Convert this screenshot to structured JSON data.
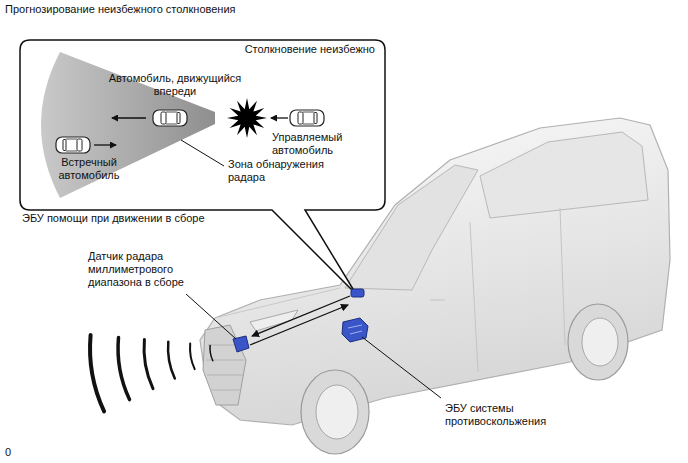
{
  "diagram": {
    "title": "Прогнозирование неизбежного столкновения",
    "nodes": [
      {
        "text": [
          "Столкновение неизбежно"
        ]
      }
    ],
    "labels": [
      "Автомобиль, движущийся впереди",
      "Встречный автомобиль",
      "Управляемый автомобиль",
      "Зона обнаружения радара",
      "ЭБУ помощи при движении в сборе",
      "Датчик радара миллиметрового диапазона в сборе",
      "ЭБУ системы противоскольжения",
      "0"
    ]
  }
}
